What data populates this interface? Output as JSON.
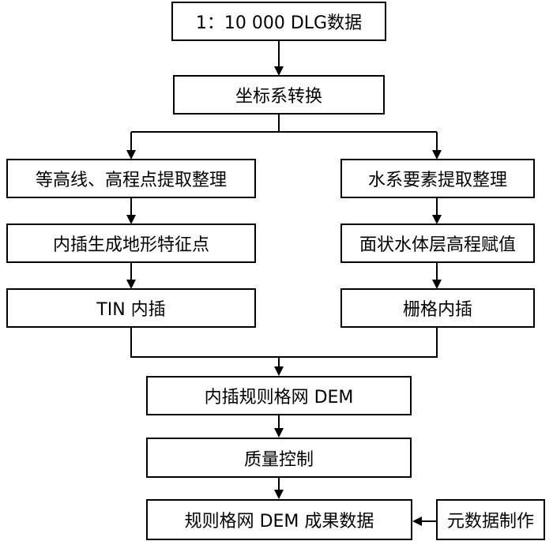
{
  "flowchart": {
    "source": "1：10 000 DLG数据",
    "transform": "坐标系转换",
    "left_branch": {
      "extract": "等高线、高程点提取整理",
      "interpolate_points": "内插生成地形特征点",
      "tin": "TIN 内插"
    },
    "right_branch": {
      "extract": "水系要素提取整理",
      "assign": "面状水体层高程赋值",
      "grid": "栅格内插"
    },
    "dem_interp": "内插规则格网 DEM",
    "qc": "质量控制",
    "result": "规则格网 DEM 成果数据",
    "metadata": "元数据制作"
  }
}
